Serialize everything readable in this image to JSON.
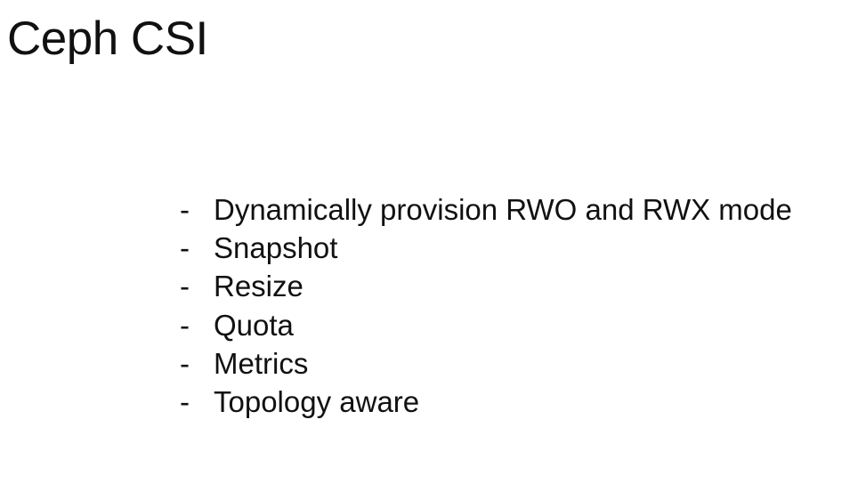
{
  "slide": {
    "title": "Ceph CSI",
    "bullet_marker": "-",
    "bullets": [
      "Dynamically provision RWO and RWX mode",
      "Snapshot",
      "Resize",
      "Quota",
      "Metrics",
      "Topology aware"
    ]
  }
}
